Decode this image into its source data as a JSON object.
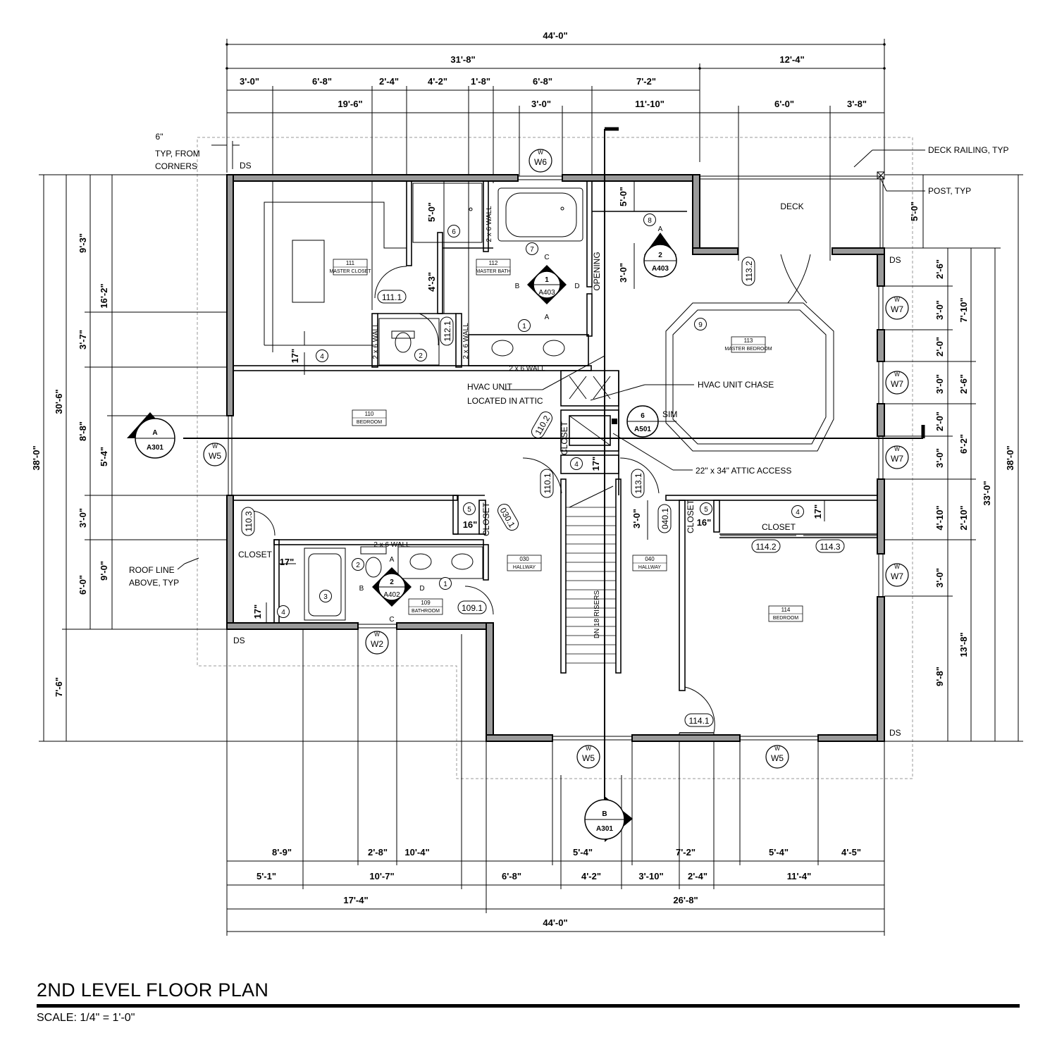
{
  "title": "2ND LEVEL FLOOR PLAN",
  "scale": "SCALE: 1/4\" = 1'-0\"",
  "dims": {
    "top_overall": "44'-0\"",
    "top_a": "31'-8\"",
    "top_b": "12'-4\"",
    "top_c1": "3'-0\"",
    "top_c2": "6'-8\"",
    "top_c3": "2'-4\"",
    "top_c4": "4'-2\"",
    "top_c5": "1'-8\"",
    "top_c6": "6'-8\"",
    "top_c7": "7'-2\"",
    "top_d1": "19'-6\"",
    "top_d2": "3'-0\"",
    "top_d3": "11'-10\"",
    "top_d4": "6'-0\"",
    "top_d5": "3'-8\"",
    "left_overall": "38'-0\"",
    "left_a": "30'-6\"",
    "left_b": "7'-6\"",
    "left_c1": "16'-2\"",
    "left_c2": "9'-0\"",
    "left_d1": "9'-3\"",
    "left_d2": "3'-7\"",
    "left_d3": "8'-8\"",
    "left_d4": "5'-4\"",
    "left_d5": "3'-0\"",
    "left_d6": "6'-0\"",
    "right_overall": "38'-0\"",
    "right_a": "33'-0\"",
    "right_b": "5'-0\"",
    "right_c1": "7'-10\"",
    "right_c2": "2'-6\"",
    "right_c3": "6'-2\"",
    "right_c4": "2'-10\"",
    "right_c5": "13'-8\"",
    "right_d1": "2'-6\"",
    "right_d2": "3'-0\"",
    "right_d3": "2'-0\"",
    "right_d4": "3'-0\"",
    "right_d5": "2'-0\"",
    "right_d6": "3'-0\"",
    "right_d7": "4'-10\"",
    "right_d8": "3'-0\"",
    "right_d9": "9'-8\"",
    "bot_a1": "8'-9\"",
    "bot_a2": "2'-8\"",
    "bot_a3": "10'-4\"",
    "bot_a4": "5'-4\"",
    "bot_a5": "7'-2\"",
    "bot_a6": "5'-4\"",
    "bot_a7": "4'-5\"",
    "bot_b1": "5'-1\"",
    "bot_b2": "10'-7\"",
    "bot_b3": "6'-8\"",
    "bot_b4": "4'-2\"",
    "bot_b5": "3'-10\"",
    "bot_b6": "2'-4\"",
    "bot_b7": "11'-4\"",
    "bot_c1": "17'-4\"",
    "bot_c2": "26'-8\"",
    "bot_overall": "44'-0\"",
    "inner_5_0a": "5'-0\"",
    "inner_4_3": "4'-3\"",
    "inner_5_0b": "5'-0\"",
    "inner_3_0a": "3'-0\"",
    "inner_3_0b": "3'-0\"",
    "inner_17a": "17\"",
    "inner_17b": "17\"",
    "inner_17c": "17\"",
    "inner_17d": "17\"",
    "inner_17e": "17\"",
    "inner_16a": "16\"",
    "inner_16b": "16\""
  },
  "rooms": [
    {
      "num": "111",
      "name": "MASTER CLOSET"
    },
    {
      "num": "112",
      "name": "MASTER BATH"
    },
    {
      "num": "113",
      "name": "MASTER BEDROOM"
    },
    {
      "num": "110",
      "name": "BEDROOM"
    },
    {
      "num": "109",
      "name": "BATHROOM"
    },
    {
      "num": "030",
      "name": "HALLWAY"
    },
    {
      "num": "040",
      "name": "HALLWAY"
    },
    {
      "num": "114",
      "name": "BEDROOM"
    }
  ],
  "doors": [
    "111.1",
    "112.1",
    "110.2",
    "110.1",
    "113.1",
    "113.2",
    "030.1",
    "040.1",
    "110.3",
    "109.1",
    "114.1",
    "114.2",
    "114.3"
  ],
  "windows": [
    "W6",
    "W7",
    "W7",
    "W7",
    "W7",
    "W5",
    "W2",
    "W5",
    "W5"
  ],
  "window_super": "W",
  "keynotes": [
    "1",
    "2",
    "3",
    "4",
    "5",
    "6",
    "7",
    "8",
    "9"
  ],
  "section_marks": [
    {
      "letter": "A",
      "sheet": "A301"
    },
    {
      "letter": "B",
      "sheet": "A301"
    }
  ],
  "detail_marks": [
    {
      "num": "2",
      "sheet": "A403",
      "label": "A"
    },
    {
      "num": "6",
      "sheet": "A501",
      "label": "SIM"
    }
  ],
  "elevation_marks": [
    {
      "num": "1",
      "sheet": "A403",
      "n": "C",
      "w": "B",
      "e": "D",
      "s": "A"
    },
    {
      "num": "2",
      "sheet": "A402",
      "n": "A",
      "w": "B",
      "e": "D",
      "s": "C"
    }
  ],
  "labels": {
    "ds": "DS",
    "deck": "DECK",
    "closet": "CLOSET",
    "opening": "OPENING",
    "wall_2x6": "2 x 6 WALL",
    "stairs": "DN 18 RISERS",
    "hvac_unit_1": "HVAC UNIT",
    "hvac_unit_2": "LOCATED IN ATTIC",
    "hvac_chase": "HVAC UNIT CHASE",
    "attic_access": "22\" x 34\" ATTIC ACCESS",
    "deck_railing": "DECK RAILING, TYP",
    "post": "POST, TYP",
    "six_inch": "6\"",
    "typ_from": "TYP, FROM",
    "corners": "CORNERS",
    "roof_line_1": "ROOF LINE",
    "roof_line_2": "ABOVE, TYP"
  }
}
